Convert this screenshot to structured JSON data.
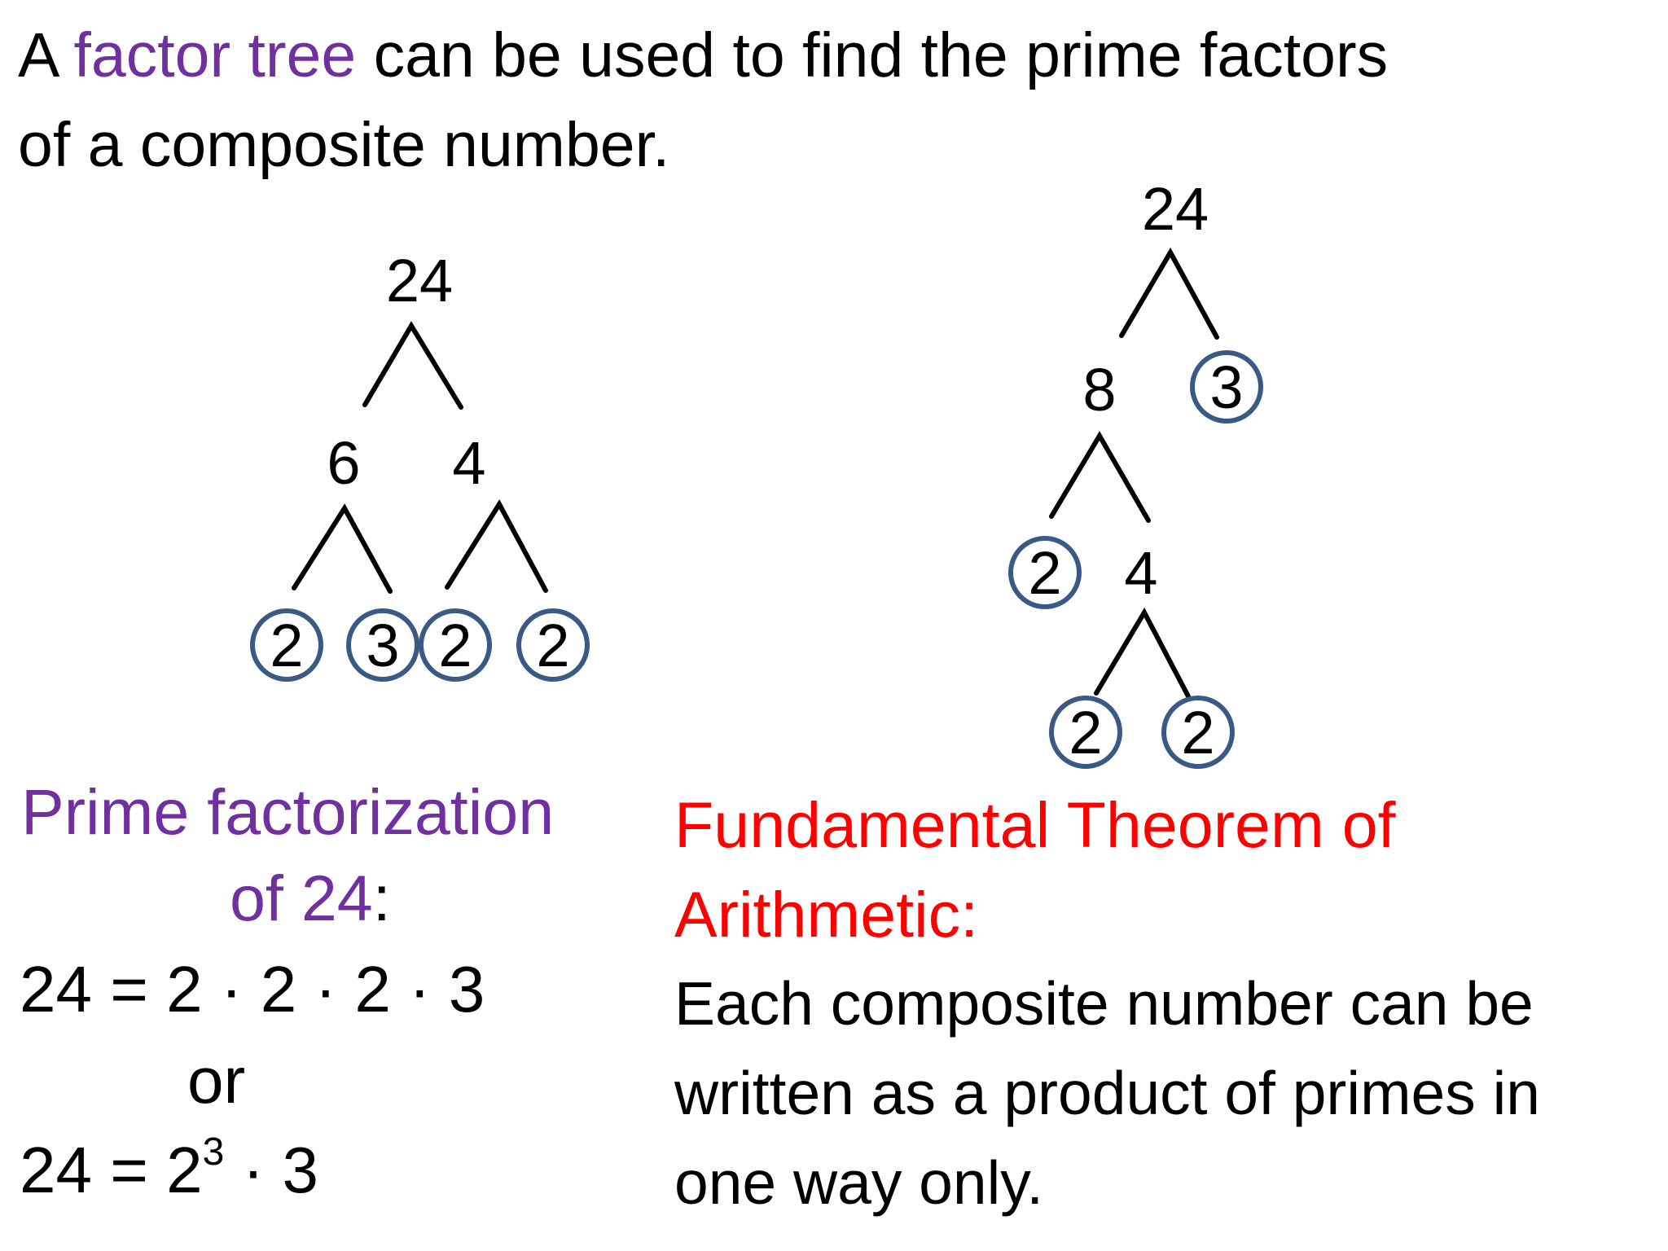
{
  "intro": {
    "line1_prefix": "A ",
    "line1_highlight": "factor tree",
    "line1_suffix": " can be used to find the prime factors",
    "line2": "of a composite number."
  },
  "tree_left": {
    "root": "24",
    "level1": [
      "6",
      "4"
    ],
    "leaves": [
      "2",
      "3",
      "2",
      "2"
    ]
  },
  "tree_right": {
    "root": "24",
    "level1": [
      "8",
      "3"
    ],
    "level2": [
      "2",
      "4"
    ],
    "leaves": [
      "2",
      "2"
    ]
  },
  "prime_factorization": {
    "heading_line1": "Prime factorization",
    "heading_line2": "of 24",
    "heading_colon": ":",
    "eq1": "24 = 2 · 2 · 2 · 3",
    "or": "or",
    "eq2_prefix": "24 = 2",
    "eq2_exponent": "3",
    "eq2_suffix": " · 3"
  },
  "theorem": {
    "heading_line1": "Fundamental Theorem of",
    "heading_line2": "Arithmetic:",
    "body_line1": "Each composite number can be",
    "body_line2": "written as a product of primes in",
    "body_line3": "one way only."
  },
  "colors": {
    "highlight_purple": "#7030a0",
    "theorem_red": "#ff0000",
    "circle_blue": "#3a5a85",
    "text": "#000000"
  }
}
